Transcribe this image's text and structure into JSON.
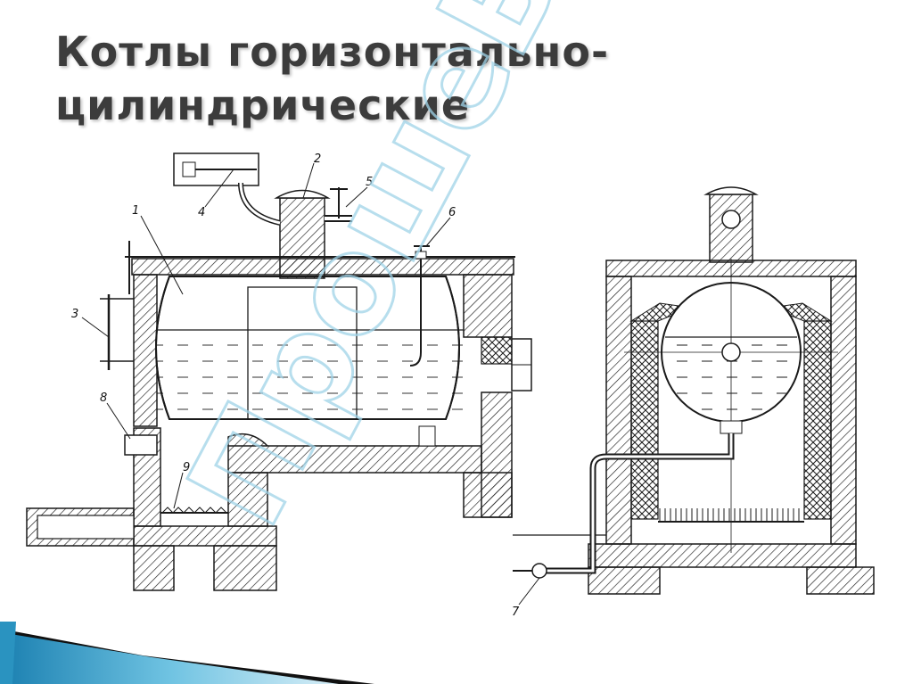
{
  "slide": {
    "title_line1": "Котлы горизонтально-",
    "title_line2": "цилиндрические"
  },
  "diagram": {
    "callouts": [
      "1",
      "2",
      "3",
      "4",
      "5",
      "6",
      "7",
      "8",
      "9"
    ],
    "watermark": "ПрошеВ"
  },
  "colors": {
    "ink": "#1a1a1a",
    "title": "#3c3c3c",
    "watermark": "#9fd3e8",
    "footer_blue": "#2a93c0"
  }
}
